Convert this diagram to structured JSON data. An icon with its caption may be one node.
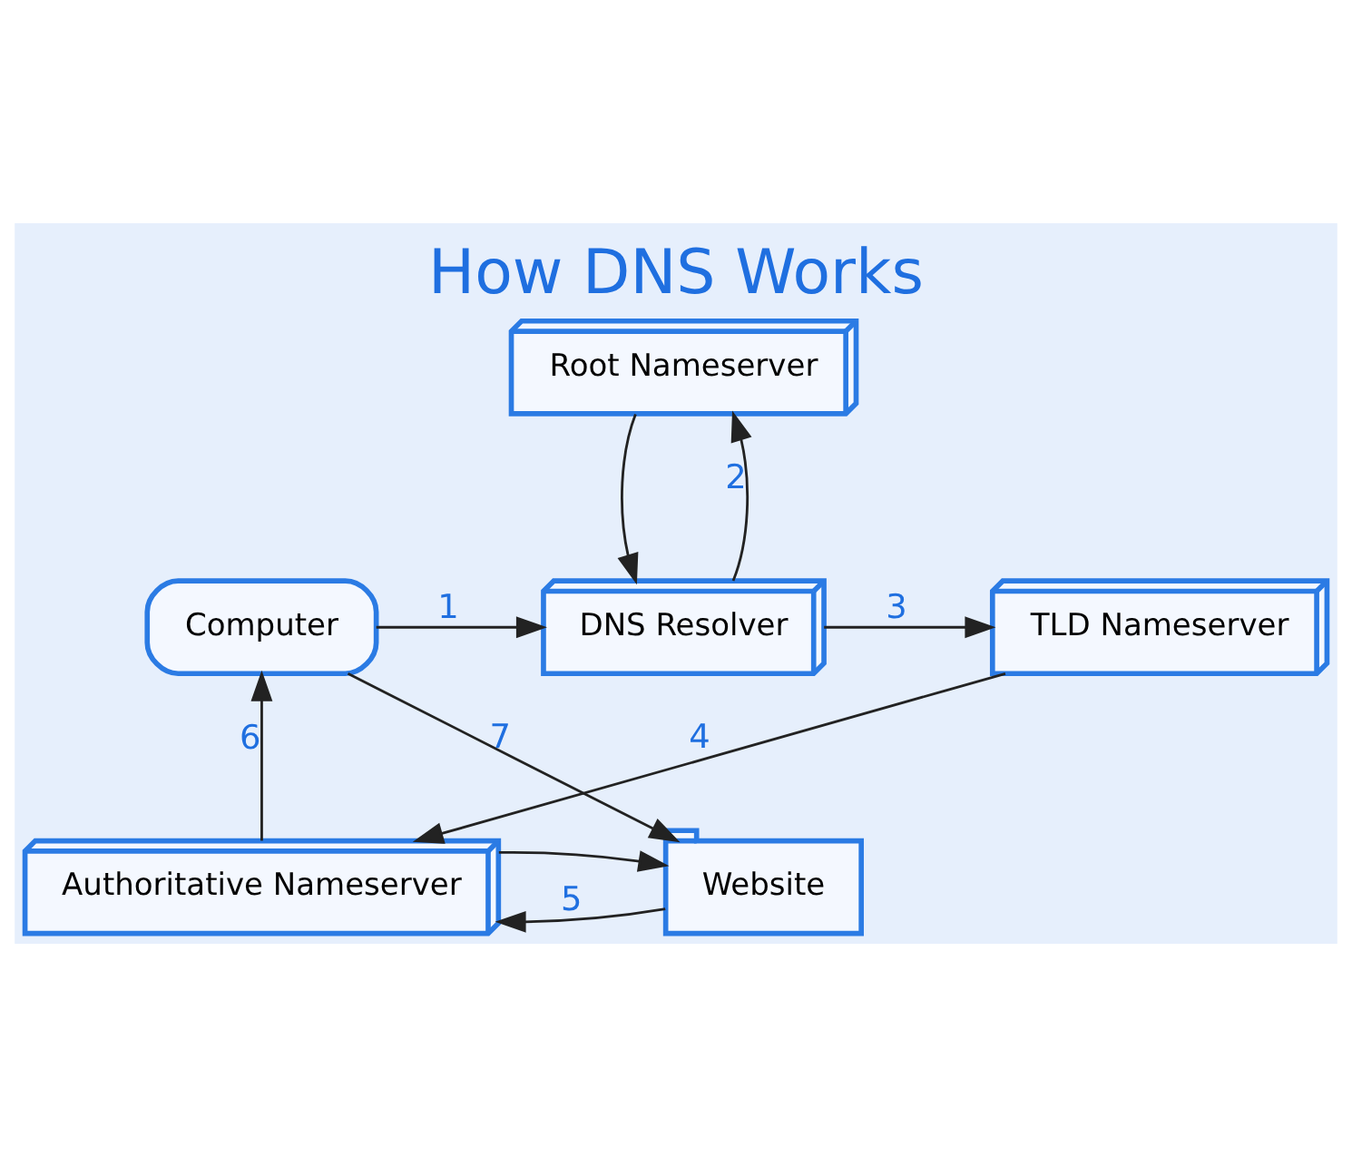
{
  "diagram": {
    "title": "How DNS Works",
    "nodes": [
      {
        "text": [
          "Root Nameserver"
        ]
      },
      {
        "text": [
          "Computer"
        ]
      },
      {
        "text": [
          "DNS Resolver"
        ]
      },
      {
        "text": [
          "TLD Nameserver"
        ]
      },
      {
        "text": [
          "Website"
        ]
      },
      {
        "text": [
          "Authoritative Nameserver"
        ]
      }
    ],
    "edges": [
      {
        "from": 1,
        "to": 2,
        "arrow": "to",
        "label": "1"
      },
      {
        "from": 2,
        "to": 0,
        "arrow": "to",
        "label": "2"
      },
      {
        "from": 0,
        "to": 2,
        "arrow": "to"
      },
      {
        "from": 2,
        "to": 3,
        "arrow": "to",
        "label": "3"
      },
      {
        "from": 3,
        "to": 5,
        "arrow": "to",
        "label": "4"
      },
      {
        "from": 4,
        "to": 5,
        "arrow": "to",
        "label": "5"
      },
      {
        "from": 5,
        "to": 4,
        "arrow": "to"
      },
      {
        "from": 5,
        "to": 1,
        "arrow": "to",
        "label": "6"
      },
      {
        "from": 1,
        "to": 4,
        "arrow": "to",
        "label": "7"
      }
    ]
  }
}
